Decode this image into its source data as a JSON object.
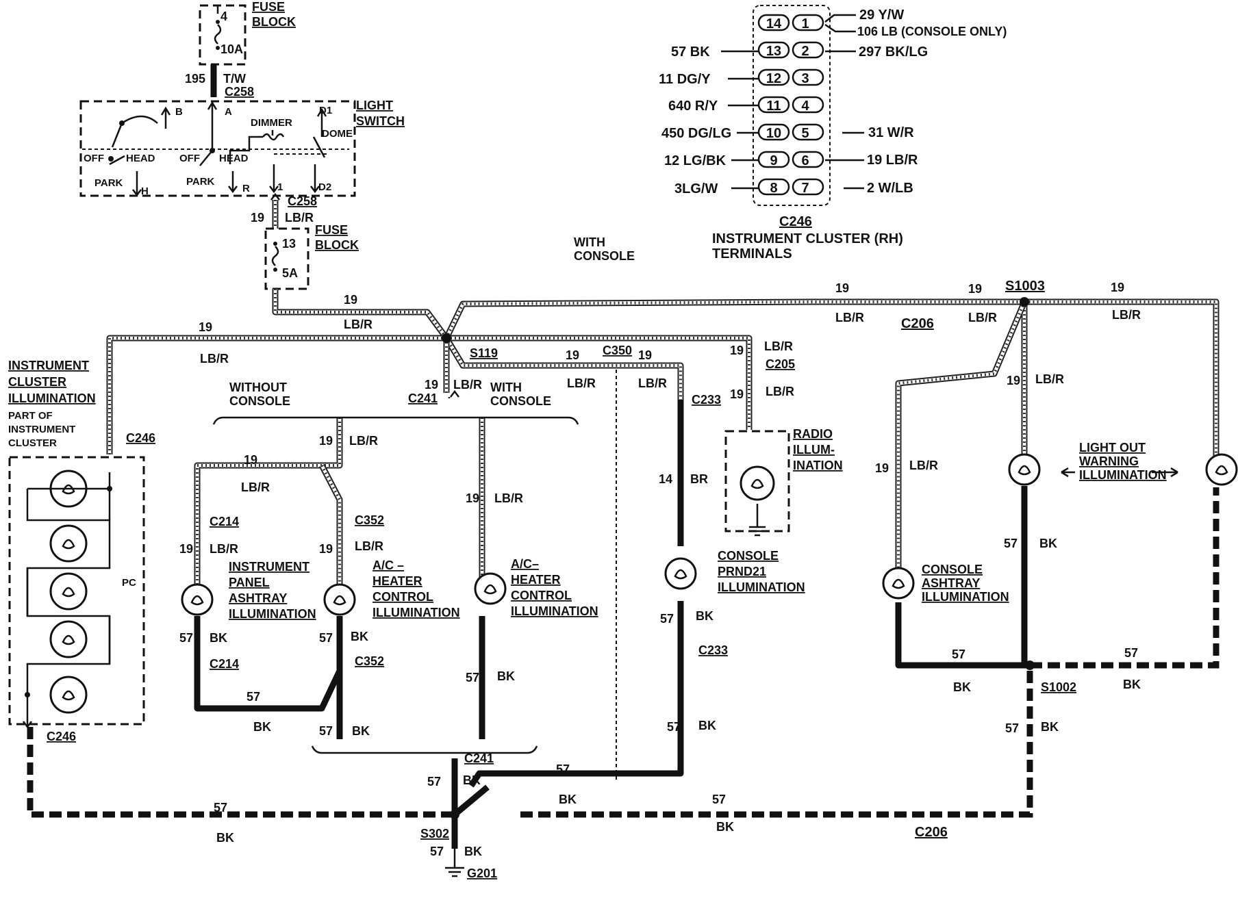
{
  "connector_table": {
    "title": "C246",
    "subtitle_line1": "INSTRUMENT CLUSTER (RH)",
    "subtitle_line2": "TERMINALS",
    "left_pins": [
      "14",
      "13",
      "12",
      "11",
      "10",
      "9",
      "8"
    ],
    "right_pins": [
      "1",
      "2",
      "3",
      "4",
      "5",
      "6",
      "7"
    ],
    "left_labels": [
      "57 BK",
      "11 DG/Y",
      "640 R/Y",
      "450 DG/LG",
      "12 LG/BK",
      "3LG/W"
    ],
    "right_labels": [
      "29 Y/W",
      "106 LB (CONSOLE ONLY)",
      "297 BK/LG",
      "31 W/R",
      "19 LB/R",
      "2 W/LB"
    ]
  },
  "components": {
    "fuse_block_top": {
      "label1": "FUSE",
      "label2": "BLOCK",
      "fuse_no": "4",
      "rating": "10A"
    },
    "fuse_block_mid": {
      "label1": "FUSE",
      "label2": "BLOCK",
      "fuse_no": "13",
      "rating": "5A"
    },
    "light_switch": {
      "label1": "LIGHT",
      "label2": "SWITCH",
      "terminals": [
        "B",
        "A",
        "D1",
        "H",
        "R",
        "1",
        "D2"
      ],
      "positions": [
        "OFF",
        "HEAD",
        "PARK",
        "OFF",
        "HEAD",
        "PARK",
        "DIMMER",
        "DOME"
      ]
    },
    "instrument_cluster": {
      "label1": "INSTRUMENT",
      "label2": "CLUSTER",
      "label3": "ILLUMINATION",
      "note1": "PART OF",
      "note2": "INSTRUMENT",
      "note3": "CLUSTER",
      "pc": "PC"
    },
    "ashtray_panel": [
      "INSTRUMENT",
      "PANEL",
      "ASHTRAY",
      "ILLUMINATION"
    ],
    "ac_heater_1": [
      "A/C –",
      "HEATER",
      "CONTROL",
      "ILLUMINATION"
    ],
    "ac_heater_2": [
      "A/C–",
      "HEATER",
      "CONTROL",
      "ILLUMINATION"
    ],
    "radio": [
      "RADIO",
      "ILLUM-",
      "INATION"
    ],
    "console_prnd": [
      "CONSOLE",
      "PRND21",
      "ILLUMINATION"
    ],
    "console_ashtray": [
      "CONSOLE",
      "ASHTRAY",
      "ILLUMINATION"
    ],
    "light_out": [
      "LIGHT OUT",
      "WARNING",
      "ILLUMINATION"
    ],
    "without_console": [
      "WITHOUT",
      "CONSOLE"
    ],
    "with_console": [
      "WITH",
      "CONSOLE"
    ],
    "with_console_top": [
      "WITH",
      "CONSOLE"
    ]
  },
  "wire_labels": {
    "w195": "195",
    "tw": "T/W",
    "w19": "19",
    "lbr": "LB/R",
    "w14": "14",
    "br": "BR",
    "w57": "57",
    "bk": "BK"
  },
  "connectors": {
    "c258a": "C258",
    "c258b": "C258",
    "c241a": "C241",
    "c241b": "C241",
    "c350": "C350",
    "c233a": "C233",
    "c233b": "C233",
    "c205": "C205",
    "c206a": "C206",
    "c206b": "C206",
    "c246a": "C246",
    "c246b": "C246",
    "c214a": "C214",
    "c214b": "C214",
    "c352a": "C352",
    "c352b": "C352",
    "s119": "S119",
    "s1003": "S1003",
    "s1002": "S1002",
    "s302": "S302",
    "g201": "G201"
  }
}
